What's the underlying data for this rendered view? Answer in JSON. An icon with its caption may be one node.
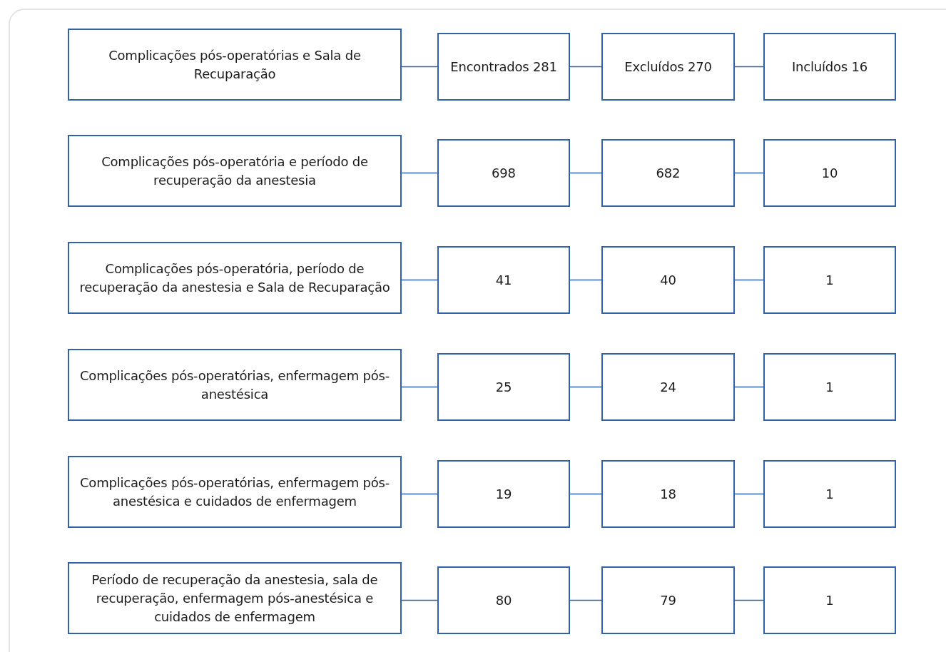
{
  "diagram": {
    "nodes": [
      {
        "text": [
          "Complicações pós-operatórias e Sala de Recuparação"
        ]
      },
      {
        "text": [
          "Encontrados 281"
        ]
      },
      {
        "text": [
          "Excluídos 270"
        ]
      },
      {
        "text": [
          "Incluídos 16"
        ]
      },
      {
        "text": [
          "Complicações pós-operatória e período de recuperação da anestesia"
        ]
      },
      {
        "text": [
          "698"
        ]
      },
      {
        "text": [
          "682"
        ]
      },
      {
        "text": [
          "10"
        ]
      },
      {
        "text": [
          "Complicações pós-operatória, período de recuperação da anestesia e Sala de Recuparação"
        ]
      },
      {
        "text": [
          "41"
        ]
      },
      {
        "text": [
          "40"
        ]
      },
      {
        "text": [
          "1"
        ]
      },
      {
        "text": [
          "Complicações pós-operatórias, enfermagem pós-anestésica"
        ]
      },
      {
        "text": [
          "25"
        ]
      },
      {
        "text": [
          "24"
        ]
      },
      {
        "text": [
          "1"
        ]
      },
      {
        "text": [
          "Complicações pós-operatórias, enfermagem pós-anestésica e cuidados de enfermagem"
        ]
      },
      {
        "text": [
          "19"
        ]
      },
      {
        "text": [
          "18"
        ]
      },
      {
        "text": [
          "1"
        ]
      },
      {
        "text": [
          "Período de recuperação da anestesia, sala de recuperação, enfermagem pós-anestésica e cuidados de enfermagem"
        ]
      },
      {
        "text": [
          "80"
        ]
      },
      {
        "text": [
          "79"
        ]
      },
      {
        "text": [
          "1"
        ]
      }
    ],
    "edges": [
      {
        "from": 0,
        "to": 1,
        "arrow": "none"
      },
      {
        "from": 1,
        "to": 2,
        "arrow": "none"
      },
      {
        "from": 2,
        "to": 3,
        "arrow": "none"
      },
      {
        "from": 4,
        "to": 5,
        "arrow": "none"
      },
      {
        "from": 5,
        "to": 6,
        "arrow": "none"
      },
      {
        "from": 6,
        "to": 7,
        "arrow": "none"
      },
      {
        "from": 8,
        "to": 9,
        "arrow": "none"
      },
      {
        "from": 9,
        "to": 10,
        "arrow": "none"
      },
      {
        "from": 10,
        "to": 11,
        "arrow": "none"
      },
      {
        "from": 12,
        "to": 13,
        "arrow": "none"
      },
      {
        "from": 13,
        "to": 14,
        "arrow": "none"
      },
      {
        "from": 14,
        "to": 15,
        "arrow": "none"
      },
      {
        "from": 16,
        "to": 17,
        "arrow": "none"
      },
      {
        "from": 17,
        "to": 18,
        "arrow": "none"
      },
      {
        "from": 18,
        "to": 19,
        "arrow": "none"
      },
      {
        "from": 20,
        "to": 21,
        "arrow": "none"
      },
      {
        "from": 21,
        "to": 22,
        "arrow": "none"
      },
      {
        "from": 22,
        "to": 23,
        "arrow": "none"
      }
    ]
  }
}
